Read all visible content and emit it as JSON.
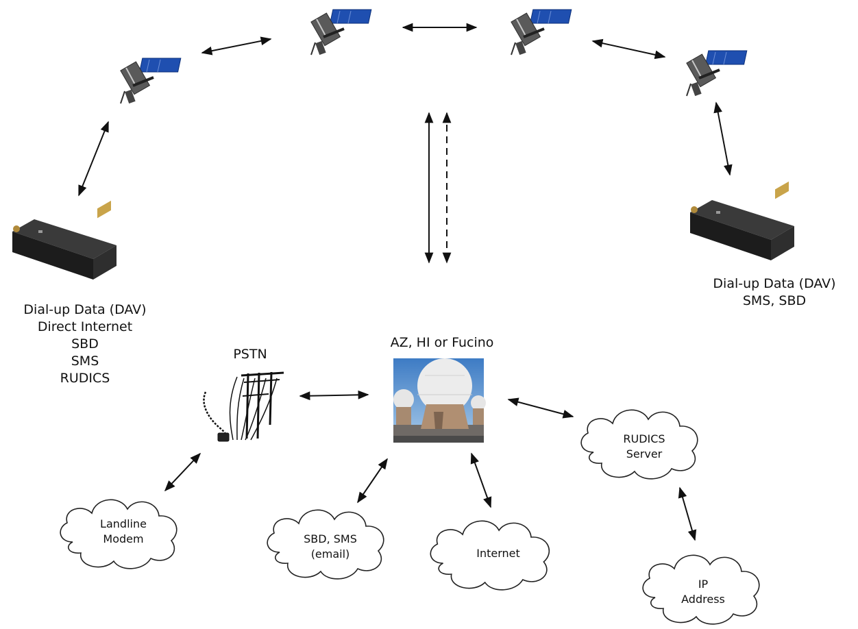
{
  "devices": {
    "left_label_lines": [
      "Dial-up Data (DAV)",
      "Direct Internet",
      "SBD",
      "SMS",
      "RUDICS"
    ],
    "right_label_lines": [
      "Dial-up Data (DAV)",
      "SMS, SBD"
    ]
  },
  "pstn": {
    "label": "PSTN"
  },
  "gateway": {
    "label": "AZ, HI or Fucino"
  },
  "clouds": {
    "landline": [
      "Landline",
      "Modem"
    ],
    "sbd_sms": [
      "SBD, SMS",
      "(email)"
    ],
    "internet": [
      "Internet"
    ],
    "rudics": [
      "RUDICS",
      "Server"
    ],
    "ip": [
      "IP",
      "Address"
    ]
  },
  "colors": {
    "arrow": "#111111",
    "solar_panel": "#1f4fb0",
    "satellite_body": "#555555",
    "modem_body": "#1c1c1c",
    "cloud_stroke": "#222222",
    "sky": "#5d97d2",
    "dome": "#e9e9e9",
    "building": "#b08f72"
  },
  "icons": [
    "satellite-icon",
    "modem-icon",
    "telephone-pole-icon",
    "ground-station-photo",
    "cloud-icon"
  ]
}
